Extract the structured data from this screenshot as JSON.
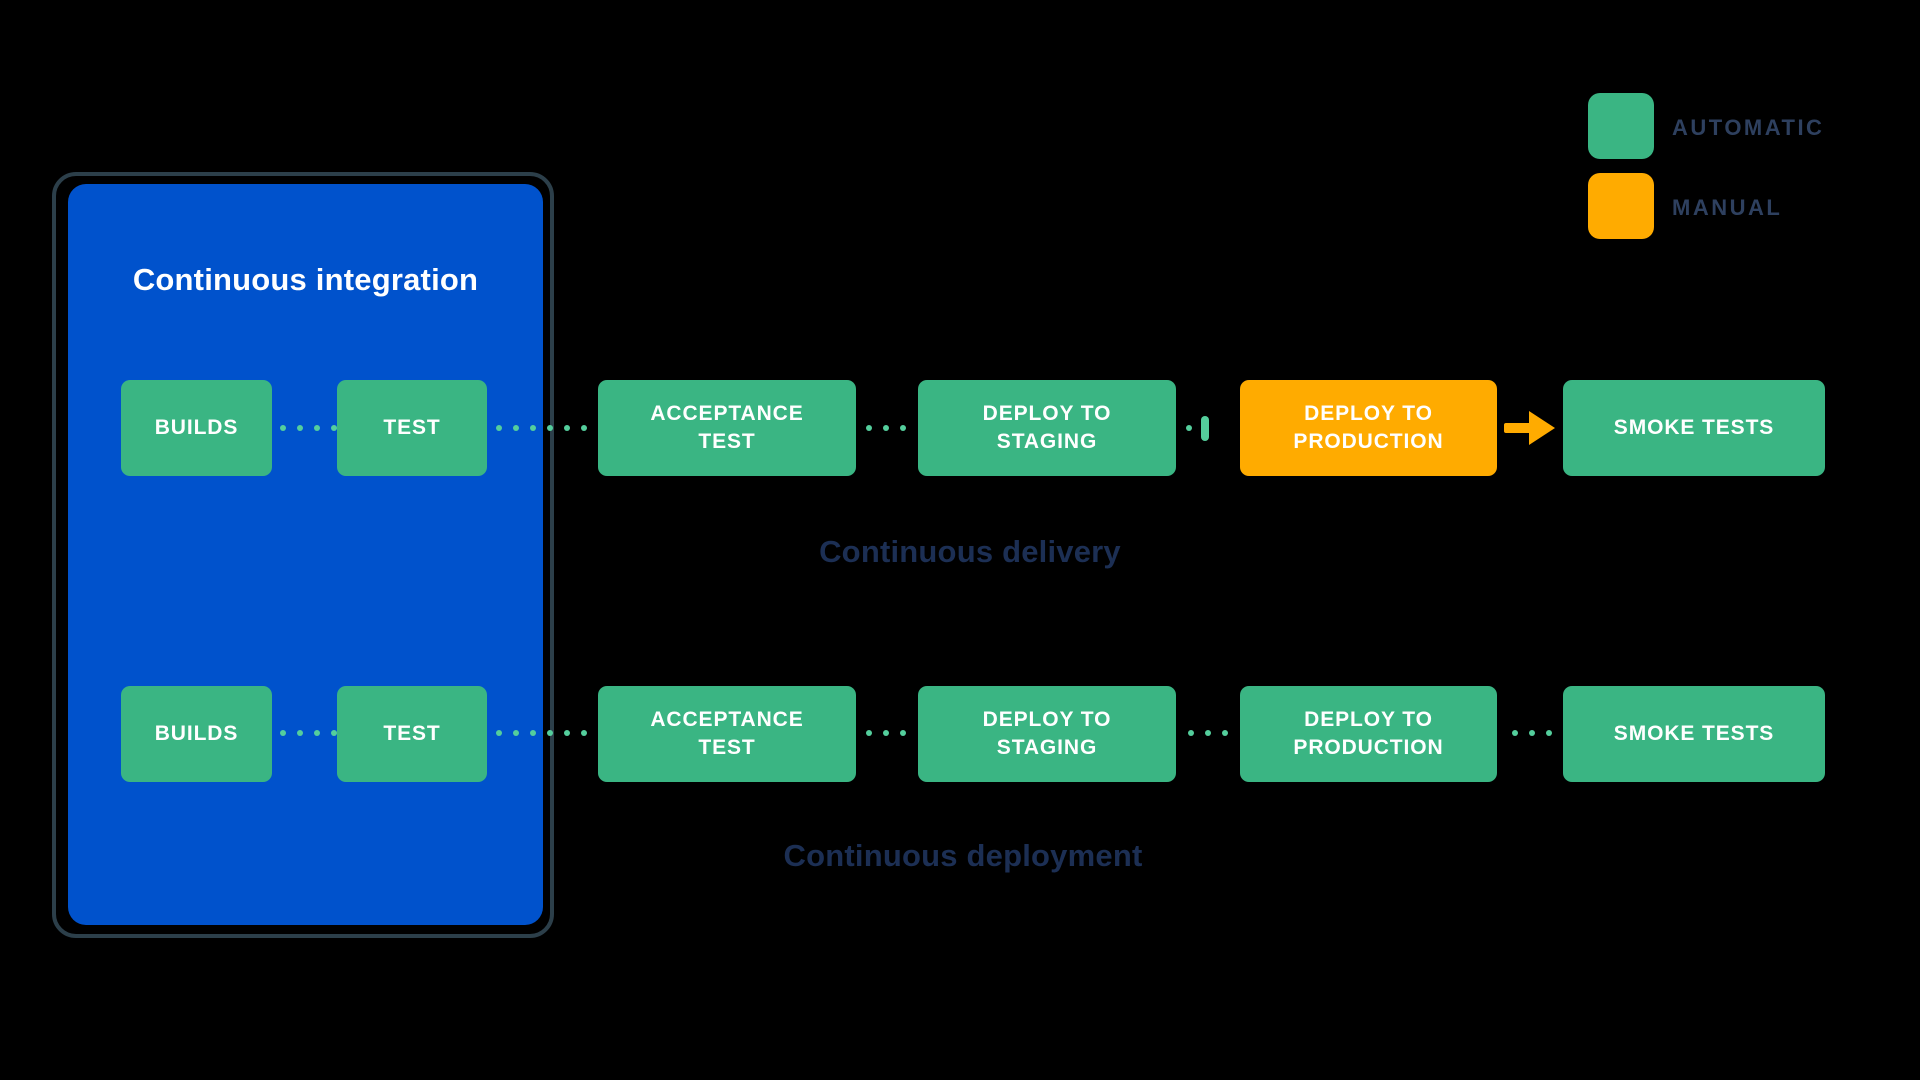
{
  "colors": {
    "background": "#000000",
    "ci_blue": "#0052CC",
    "ci_outline": "#2C3F4A",
    "automatic_green": "#3AB583",
    "manual_orange": "#FFAB00",
    "connector_green": "#54CE9C",
    "label_navy": "#1C2F54",
    "legend_navy": "#2E405F",
    "stage_text": "#FFFFFF"
  },
  "legend": {
    "items": [
      {
        "label": "AUTOMATIC",
        "swatch": "automatic-green-square",
        "color": "#3AB583"
      },
      {
        "label": "MANUAL",
        "swatch": "manual-orange-square",
        "color": "#FFAB00"
      }
    ]
  },
  "ci": {
    "title": "Continuous integration"
  },
  "delivery": {
    "label": "Continuous delivery",
    "stages": [
      {
        "label": "BUILDS",
        "mode": "automatic"
      },
      {
        "label": "TEST",
        "mode": "automatic"
      },
      {
        "label": "ACCEPTANCE\nTEST",
        "mode": "automatic"
      },
      {
        "label": "DEPLOY TO\nSTAGING",
        "mode": "automatic"
      },
      {
        "label": "DEPLOY TO\nPRODUCTION",
        "mode": "manual"
      },
      {
        "label": "SMOKE TESTS",
        "mode": "automatic"
      }
    ],
    "connectors": [
      "dots-4",
      "dots-6",
      "dots-3",
      "dot-plus-gate-bar",
      "orange-arrow"
    ]
  },
  "deployment": {
    "label": "Continuous deployment",
    "stages": [
      {
        "label": "BUILDS",
        "mode": "automatic"
      },
      {
        "label": "TEST",
        "mode": "automatic"
      },
      {
        "label": "ACCEPTANCE\nTEST",
        "mode": "automatic"
      },
      {
        "label": "DEPLOY TO\nSTAGING",
        "mode": "automatic"
      },
      {
        "label": "DEPLOY TO\nPRODUCTION",
        "mode": "automatic"
      },
      {
        "label": "SMOKE TESTS",
        "mode": "automatic"
      }
    ],
    "connectors": [
      "dots-4",
      "dots-6",
      "dots-3",
      "dots-3",
      "dots-3"
    ]
  }
}
